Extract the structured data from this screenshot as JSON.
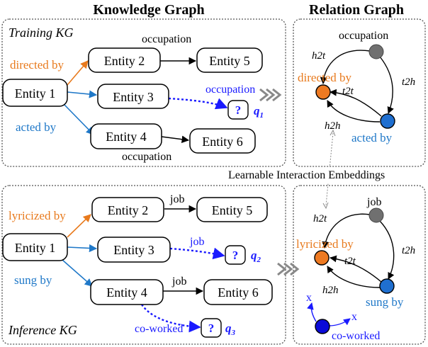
{
  "headers": {
    "knowledge_graph": "Knowledge Graph",
    "relation_graph": "Relation Graph"
  },
  "training_kg": {
    "title": "Training KG",
    "entities": [
      "Entity 1",
      "Entity 2",
      "Entity 3",
      "Entity 4",
      "Entity 5",
      "Entity 6"
    ],
    "relations": {
      "directed_by": "directed by",
      "acted_by": "acted by",
      "occupation_top": "occupation",
      "occupation_query": "occupation",
      "occupation_bottom": "occupation"
    },
    "query": {
      "mark": "?",
      "label": "q",
      "sub": "1"
    }
  },
  "inference_kg": {
    "title": "Inference KG",
    "entities": [
      "Entity 1",
      "Entity 2",
      "Entity 3",
      "Entity 4",
      "Entity 5",
      "Entity 6"
    ],
    "relations": {
      "lyricized_by": "lyricized by",
      "sung_by": "sung by",
      "job_top": "job",
      "job_query": "job",
      "job_bottom": "job",
      "co_worked": "co-worked"
    },
    "query2": {
      "mark": "?",
      "label": "q",
      "sub": "2"
    },
    "query3": {
      "mark": "?",
      "label": "q",
      "sub": "3"
    }
  },
  "relation_graph_top": {
    "nodes": {
      "occupation": "occupation",
      "directed_by": "directed by",
      "acted_by": "acted by"
    },
    "edges": {
      "h2t_left": "h2t",
      "t2t": "t2t",
      "t2h": "t2h",
      "h2h": "h2h"
    }
  },
  "relation_graph_bottom": {
    "nodes": {
      "job": "job",
      "lyricized_by": "lyricized by",
      "sung_by": "sung by",
      "co_worked": "co-worked"
    },
    "edges": {
      "h2t_left": "h2t",
      "t2t": "t2t",
      "t2h": "t2h",
      "h2h": "h2h",
      "x_left": "x",
      "x_right": "x"
    }
  },
  "interaction_label": "Learnable Interaction Embeddings",
  "colors": {
    "orange": "#e87a1d",
    "blue": "#1f78c8",
    "dark_blue": "#1a1aff",
    "grey_node": "#707070",
    "orange_node": "#ee7a22",
    "blue_node": "#1f6fd0",
    "dark_blue_node": "#0a0ad8"
  }
}
